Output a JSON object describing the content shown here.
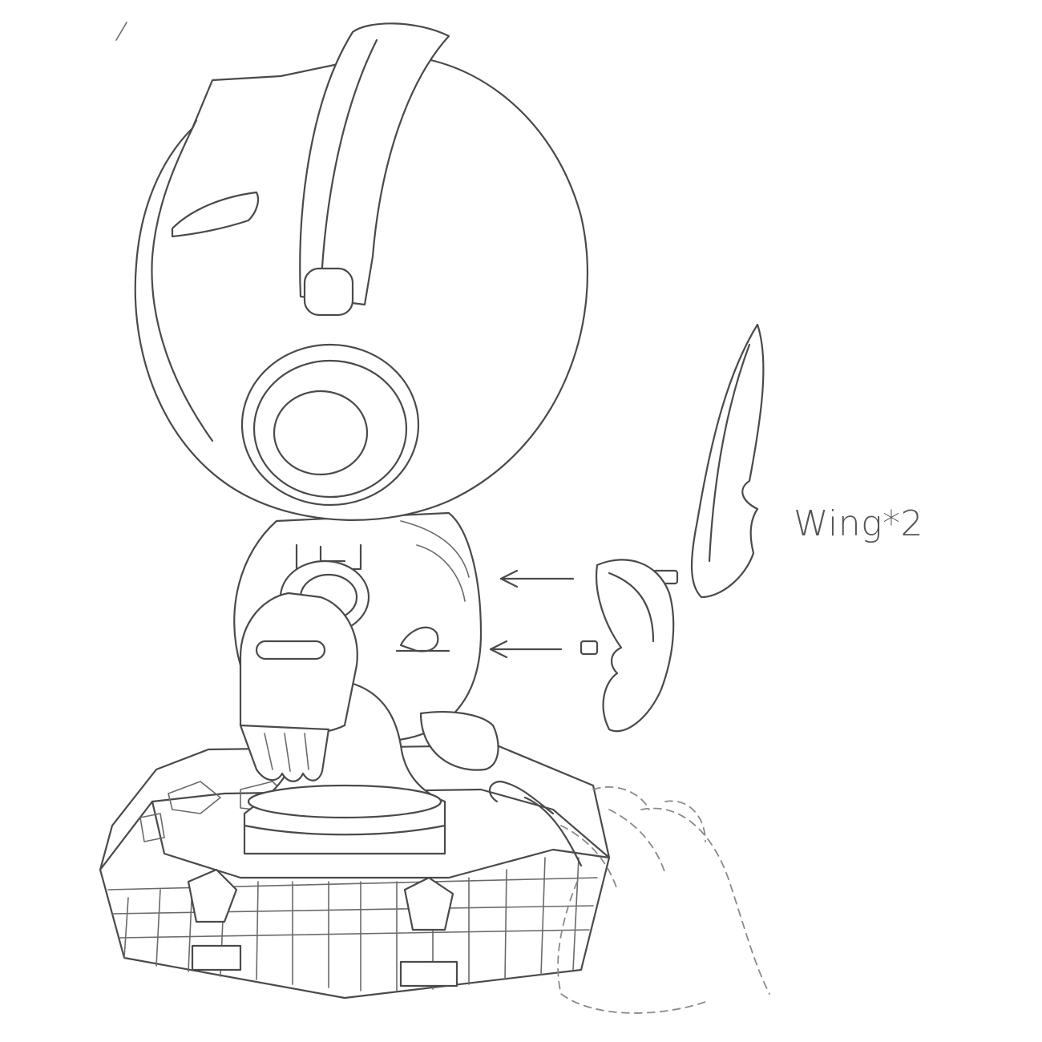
{
  "diagram": {
    "label": "Wing*2",
    "parts": [
      "robot-figure",
      "wing-left",
      "wing-right",
      "base-platform",
      "pressing-hand"
    ],
    "arrows": 2
  }
}
